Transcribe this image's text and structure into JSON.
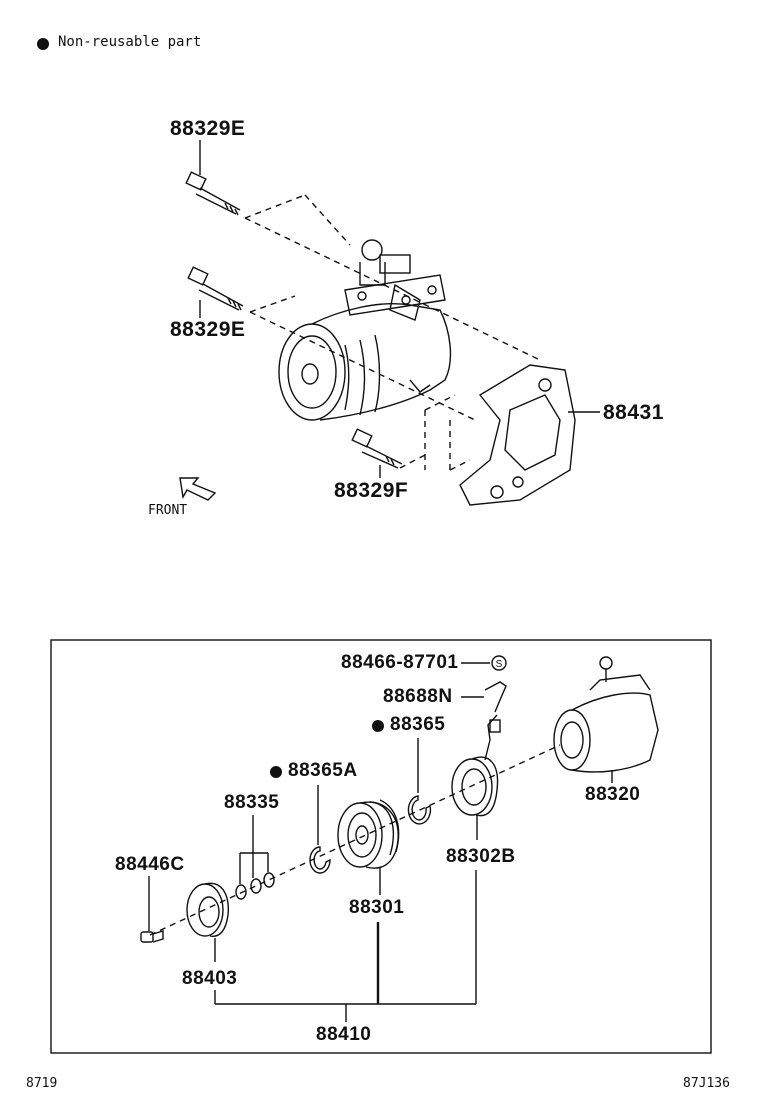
{
  "legend": {
    "text": "Non-reusable part"
  },
  "front_label": "FRONT",
  "parts": {
    "bolt_top": "88329E",
    "bolt_mid": "88329E",
    "bolt_bottom": "88329F",
    "bracket": "88431",
    "washer_s": "88466-87701",
    "harness": "88688N",
    "ring_a": "88365",
    "ring_b": "88365A",
    "shims": "88335",
    "bolt_small": "88446C",
    "hub": "88403",
    "pulley": "88301",
    "stator": "88302B",
    "compressor": "88320",
    "clutch_assy": "88410"
  },
  "footer": {
    "left": "8719",
    "right": "87J136"
  },
  "s_mark": "S"
}
